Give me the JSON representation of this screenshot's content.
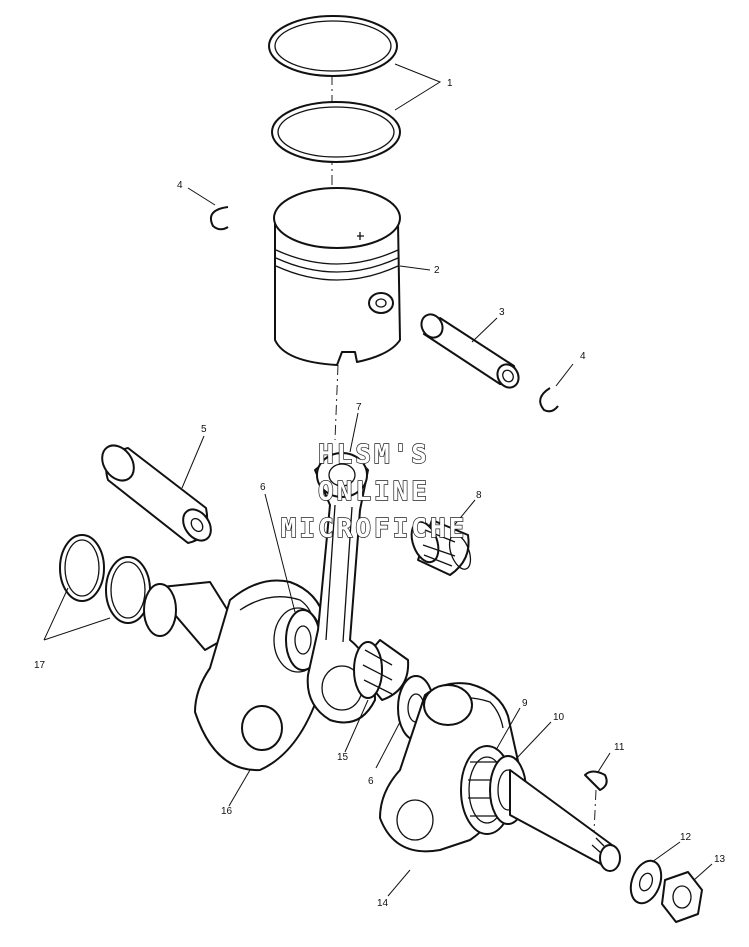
{
  "watermark": {
    "line1": "HLSM'S",
    "line2": "ONLINE",
    "line3": "MICROFICHE"
  },
  "callouts": {
    "c1": "1",
    "c2": "2",
    "c3": "3",
    "c4a": "4",
    "c4b": "4",
    "c5": "5",
    "c6a": "6",
    "c6b": "6",
    "c7": "7",
    "c8": "8",
    "c9": "9",
    "c10": "10",
    "c11": "11",
    "c12": "12",
    "c13": "13",
    "c14": "14",
    "c15": "15",
    "c16": "16",
    "c17": "17"
  }
}
